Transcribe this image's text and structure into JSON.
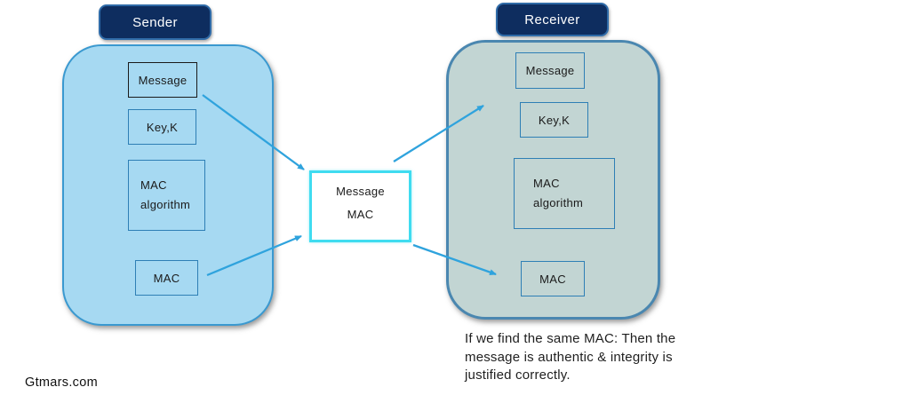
{
  "colors": {
    "badge_bg": "#0e2d5f",
    "badge_border": "#2f6ba8",
    "sender_fill": "#a6d9f2",
    "sender_border": "#3a99d0",
    "receiver_fill": "#c2d5d3",
    "receiver_border": "#4a87b0",
    "inner_box_border": "#2e7fb5",
    "message_box_border": "#1a1a1a",
    "center_border": "#3fdcf0",
    "arrow": "#2fa3dd"
  },
  "sender": {
    "title": "Sender",
    "message_label": "Message",
    "key_label": "Key,K",
    "mac_algorithm_label": "MAC\nalgorithm",
    "mac_label": "MAC"
  },
  "receiver": {
    "title": "Receiver",
    "message_label": "Message",
    "key_label": "Key,K",
    "mac_algorithm_label": "MAC\nalgorithm",
    "mac_label": "MAC"
  },
  "transmission": {
    "line1": "Message",
    "line2": "MAC"
  },
  "note": "If we find the same MAC: Then the\nmessage is authentic & integrity is\njustified correctly.",
  "watermark": "Gtmars.com"
}
